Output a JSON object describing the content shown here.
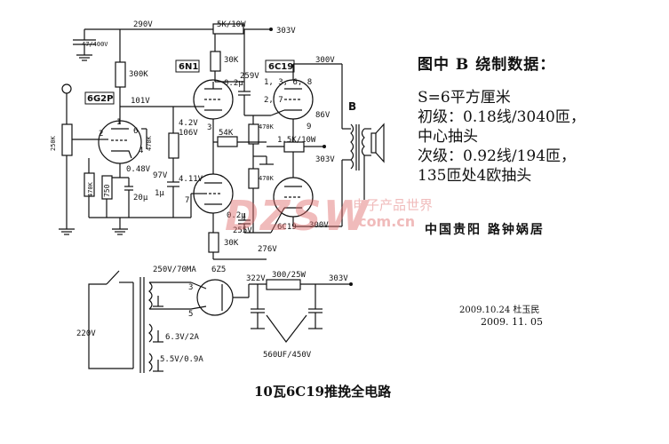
{
  "labels": {
    "v290": "290V",
    "r5k": "5K/10W",
    "v303a": "303V",
    "cap47": "47/400V",
    "r300k": "300K",
    "t6n1": "6N1",
    "r30ka": "30K",
    "v259": "259V",
    "t6c19a": "6C19",
    "v300": "300V",
    "t6g2p": "6G2P",
    "v101": "101V",
    "c02a": "0.2μ",
    "pins1368": "1, 3, 6, 8",
    "pins27": "2, 7",
    "v42": "4.2V",
    "v106": "106V",
    "r470a": "470K",
    "r470b": "470K",
    "v86": "86V",
    "r250": "250K",
    "r54k": "54K",
    "r15k": "1.5K/10W",
    "v303b": "303V",
    "v048": "0.48V",
    "v97": "97V",
    "r470c": "470K",
    "r750": "750",
    "c20": "20μ",
    "c1": "1μ",
    "v411": "4.11V",
    "r470d": "470K",
    "c02b": "0.2μ",
    "v255": "255V",
    "t6c19b": "6C19",
    "v300b": "300V",
    "r30kb": "30K",
    "v276": "276V",
    "xfB": "B",
    "p250": "250V/70MA",
    "t6z5": "6Z5",
    "v322": "322V",
    "r300": "300/25W",
    "v303c": "303V",
    "v220": "220V",
    "h63": "6.3V/2A",
    "h55": "5.5V/0.9A",
    "c560": "560UF/450V",
    "pin3": "3",
    "pin5": "5",
    "pin1": "1",
    "pin2": "2",
    "pin6": "6",
    "pin4": "4",
    "pin9": "9",
    "pin3b": "3",
    "pin7": "7"
  },
  "notes": {
    "title": "图中 B 绕制数据：",
    "line1": "S=6平方厘米",
    "line2": "初级：0.18线/3040匝，",
    "line3": "中心抽头",
    "line4": "次级：0.92线/194匝，",
    "line5": "135匝处4欧抽头"
  },
  "author": "中国贵阳  路钟娲居",
  "date1": "2009.10.24  杜玉民",
  "date2": "2009. 11. 05",
  "caption": "10瓦6C19推挽全电路",
  "watermark": {
    "main": "DZSW",
    "sub1": "电子产品世界",
    "sub2": ".com.cn",
    "color": "#e06a6a"
  }
}
